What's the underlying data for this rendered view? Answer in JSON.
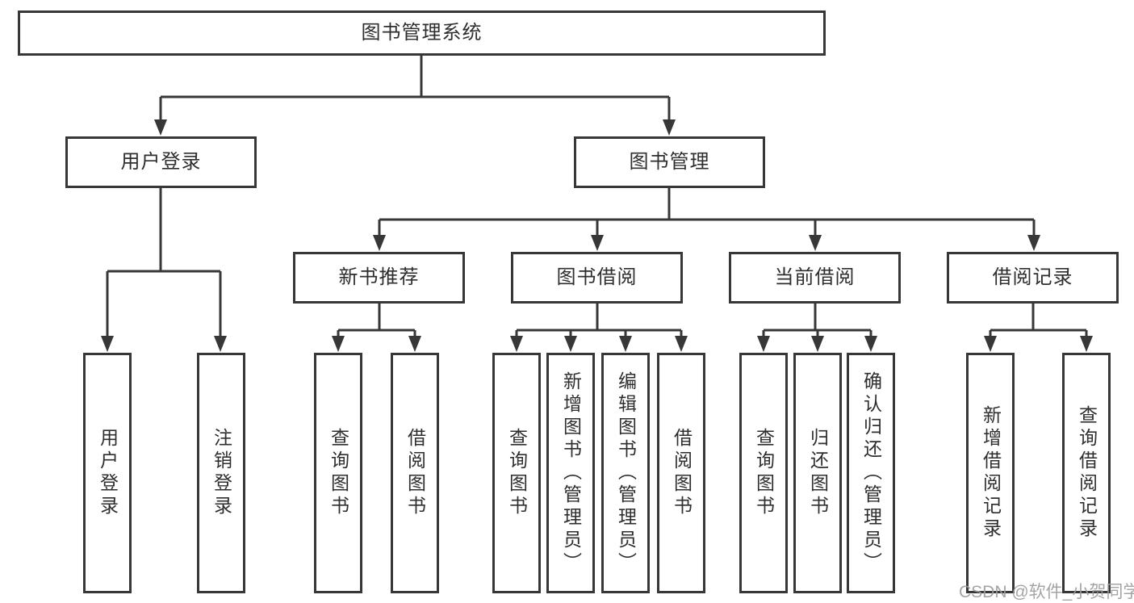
{
  "diagram": {
    "type": "hierarchy-tree",
    "root": {
      "label": "图书管理系统"
    },
    "level2": [
      {
        "label": "用户登录"
      },
      {
        "label": "图书管理"
      }
    ],
    "level3": [
      {
        "label": "新书推荐",
        "parent": "图书管理"
      },
      {
        "label": "图书借阅",
        "parent": "图书管理"
      },
      {
        "label": "当前借阅",
        "parent": "图书管理"
      },
      {
        "label": "借阅记录",
        "parent": "图书管理"
      }
    ],
    "leaves_user_login": [
      {
        "label": "用户登录"
      },
      {
        "label": "注销登录"
      }
    ],
    "leaves_new_book": [
      {
        "label": "查询图书"
      },
      {
        "label": "借阅图书"
      }
    ],
    "leaves_book_borrow": [
      {
        "label": "查询图书"
      },
      {
        "label": "新增图书（管理员）"
      },
      {
        "label": "编辑图书（管理员）"
      },
      {
        "label": "借阅图书"
      }
    ],
    "leaves_current_borrow": [
      {
        "label": "查询图书"
      },
      {
        "label": "归还图书"
      },
      {
        "label": "确认归还（管理员）"
      }
    ],
    "leaves_borrow_record": [
      {
        "label": "新增借阅记录"
      },
      {
        "label": "查询借阅记录"
      }
    ]
  },
  "watermark": {
    "text": "CSDN @软件_小贺同学"
  },
  "colors": {
    "line": "#373737",
    "text": "#2e2e2e",
    "watermark": "#9d9d9d",
    "background": "#ffffff"
  }
}
